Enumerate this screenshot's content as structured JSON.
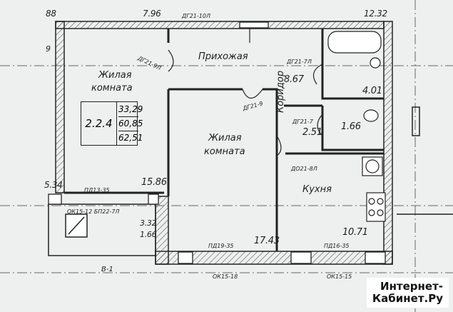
{
  "colors": {
    "ink": "#1e1e1e",
    "paper": "#eef0ef",
    "wall": "#222222",
    "hatch": "#555555"
  },
  "top_dims": {
    "left": "88",
    "mid": "7.96",
    "door": "ДГ21-10Л",
    "right": "12.32"
  },
  "edge_marks": {
    "left_9": "9",
    "left_534": "5.34"
  },
  "rooms": {
    "living1": {
      "name_line1": "Жилая",
      "name_line2": "комната",
      "area": "15.86"
    },
    "living2": {
      "name_line1": "Жилая",
      "name_line2": "комната",
      "area": "17.43"
    },
    "hall": {
      "name": "Прихожая",
      "area": "8.67"
    },
    "corridor": {
      "name": "Коридор",
      "area": "2.51"
    },
    "bath": {
      "area": "4.01"
    },
    "wc": {
      "area": "1.66"
    },
    "kitchen": {
      "name": "Кухня",
      "area": "10.71"
    },
    "balcony": {
      "area1": "3.32",
      "area2": "1.66"
    }
  },
  "unit_box": {
    "code": "2.2.4",
    "a1": "33,29",
    "a2": "60,85",
    "a3": "62,51"
  },
  "door_tags": {
    "d1": "ДГ21-9Л",
    "d2": "ДГ21-7Л",
    "d3": "ДГ21-9",
    "d4": "ДГ21-7",
    "d5": "ДО21-8Л",
    "d6": "ОК15-12 БП22-7Л"
  },
  "window_tags": {
    "w1": "ПД13-35",
    "w2": "ПД19-35",
    "w3": "ПД16-35"
  },
  "bottom_tags": {
    "b1": "В-1",
    "b2": "ОК15-18",
    "b3": "ОК15-15"
  },
  "watermark": {
    "line1": "Интернет-",
    "line2": "Кабинет.Ру"
  }
}
